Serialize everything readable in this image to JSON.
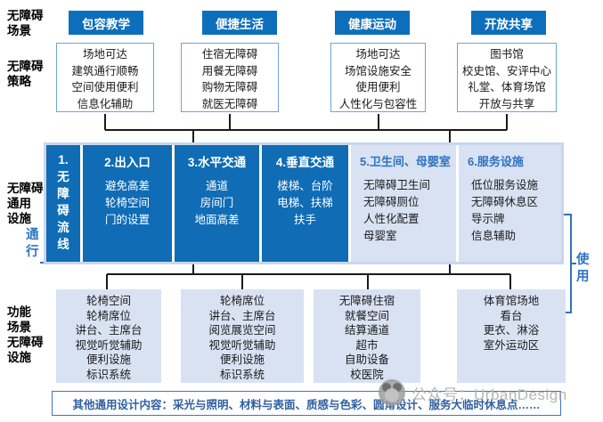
{
  "labels": {
    "scene": "无障碍\n场景",
    "strategy": "无障碍\n策略",
    "general_facilities": "无障碍\n通用\n设施",
    "functional": "功能\n场景\n无障碍\n设施",
    "circulation": "通\n行",
    "use": "使\n用"
  },
  "scenes": [
    "包容教学",
    "便捷生活",
    "健康运动",
    "开放共享"
  ],
  "strategies": [
    "场地可达\n建筑通行顺畅\n空间使用便利\n信息化辅助",
    "住宿无障碍\n用餐无障碍\n购物无障碍\n就医无障碍",
    "场地可达\n场馆设施安全\n使用便利\n人性化与包容性",
    "图书馆\n校史馆、安评中心\n礼堂、体育场馆\n开放与共享"
  ],
  "band": {
    "sections": [
      {
        "title": "1.\n无\n障\n碍\n流\n线",
        "items": ""
      },
      {
        "title": "2.出入口",
        "items": "避免高差\n轮椅空间\n门的设置"
      },
      {
        "title": "3.水平交通",
        "items": "通道\n房间门\n地面高差"
      },
      {
        "title": "4.垂直交通",
        "items": "楼梯、台阶\n电梯、扶梯\n扶手"
      },
      {
        "title": "5.卫生间、母婴室",
        "items": "无障碍卫生间\n无障碍厕位\n人性化配置\n母婴室"
      },
      {
        "title": "6.服务设施",
        "items": "低位服务设施\n无障碍休息区\n导示牌\n信息辅助"
      }
    ]
  },
  "functional_boxes": [
    "轮椅空间\n轮椅席位\n讲台、主席台\n视觉听觉辅助\n便利设施\n标识系统",
    "轮椅席位\n讲台、主席台\n阅览展览空间\n视觉听觉辅助\n便利设施\n标识系统",
    "无障碍住宿\n就餐空间\n结算通道\n超市\n自助设备\n校医院",
    "体育馆场地\n看台\n更衣、淋浴\n室外运动区"
  ],
  "footer": {
    "other_design": "其他通用设计内容：采光与照明、材料与表面、质感与色彩、圆角设计、服务大临时休息点……"
  },
  "watermark": "公众号：UrbanDesign",
  "colors": {
    "primary_blue": "#0d6fbb",
    "band_dark_blue": "#0f6cb5",
    "light_panel": "#d9e2f3",
    "band_backdrop": "#c9d6ec",
    "panel_border": "#6fa3d9",
    "heading_blue": "#2e74c0",
    "footer_border": "#4472c4",
    "footer_text": "#2f5f9e",
    "connector_black": "#1a1a1a",
    "watermark_gray": "#b5b5b5"
  }
}
